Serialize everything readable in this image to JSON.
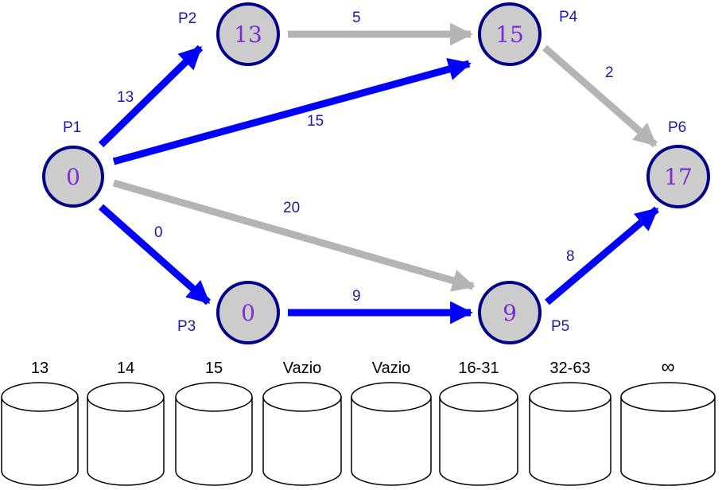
{
  "colors": {
    "active_edge": "#0000ff",
    "inactive_edge": "#b4b4b4",
    "node_fill": "#cccccc",
    "node_stroke": "#00008b",
    "node_value": "#7a2bd6",
    "label_text": "#1a1aa6",
    "bucket_stroke": "#000000"
  },
  "nodes": [
    {
      "id": "P1",
      "label": "P1",
      "value": "0"
    },
    {
      "id": "P2",
      "label": "P2",
      "value": "13"
    },
    {
      "id": "P3",
      "label": "P3",
      "value": "0"
    },
    {
      "id": "P4",
      "label": "P4",
      "value": "15"
    },
    {
      "id": "P5",
      "label": "P5",
      "value": "9"
    },
    {
      "id": "P6",
      "label": "P6",
      "value": "17"
    }
  ],
  "edges": [
    {
      "from": "P1",
      "to": "P2",
      "weight": "13",
      "active": true
    },
    {
      "from": "P1",
      "to": "P4",
      "weight": "15",
      "active": true
    },
    {
      "from": "P1",
      "to": "P5",
      "weight": "20",
      "active": false
    },
    {
      "from": "P1",
      "to": "P3",
      "weight": "0",
      "active": true
    },
    {
      "from": "P2",
      "to": "P4",
      "weight": "5",
      "active": false
    },
    {
      "from": "P4",
      "to": "P6",
      "weight": "2",
      "active": false
    },
    {
      "from": "P3",
      "to": "P5",
      "weight": "9",
      "active": true
    },
    {
      "from": "P5",
      "to": "P6",
      "weight": "8",
      "active": true
    }
  ],
  "buckets": [
    "13",
    "14",
    "15",
    "Vazio",
    "Vazio",
    "16-31",
    "32-63",
    "∞"
  ]
}
